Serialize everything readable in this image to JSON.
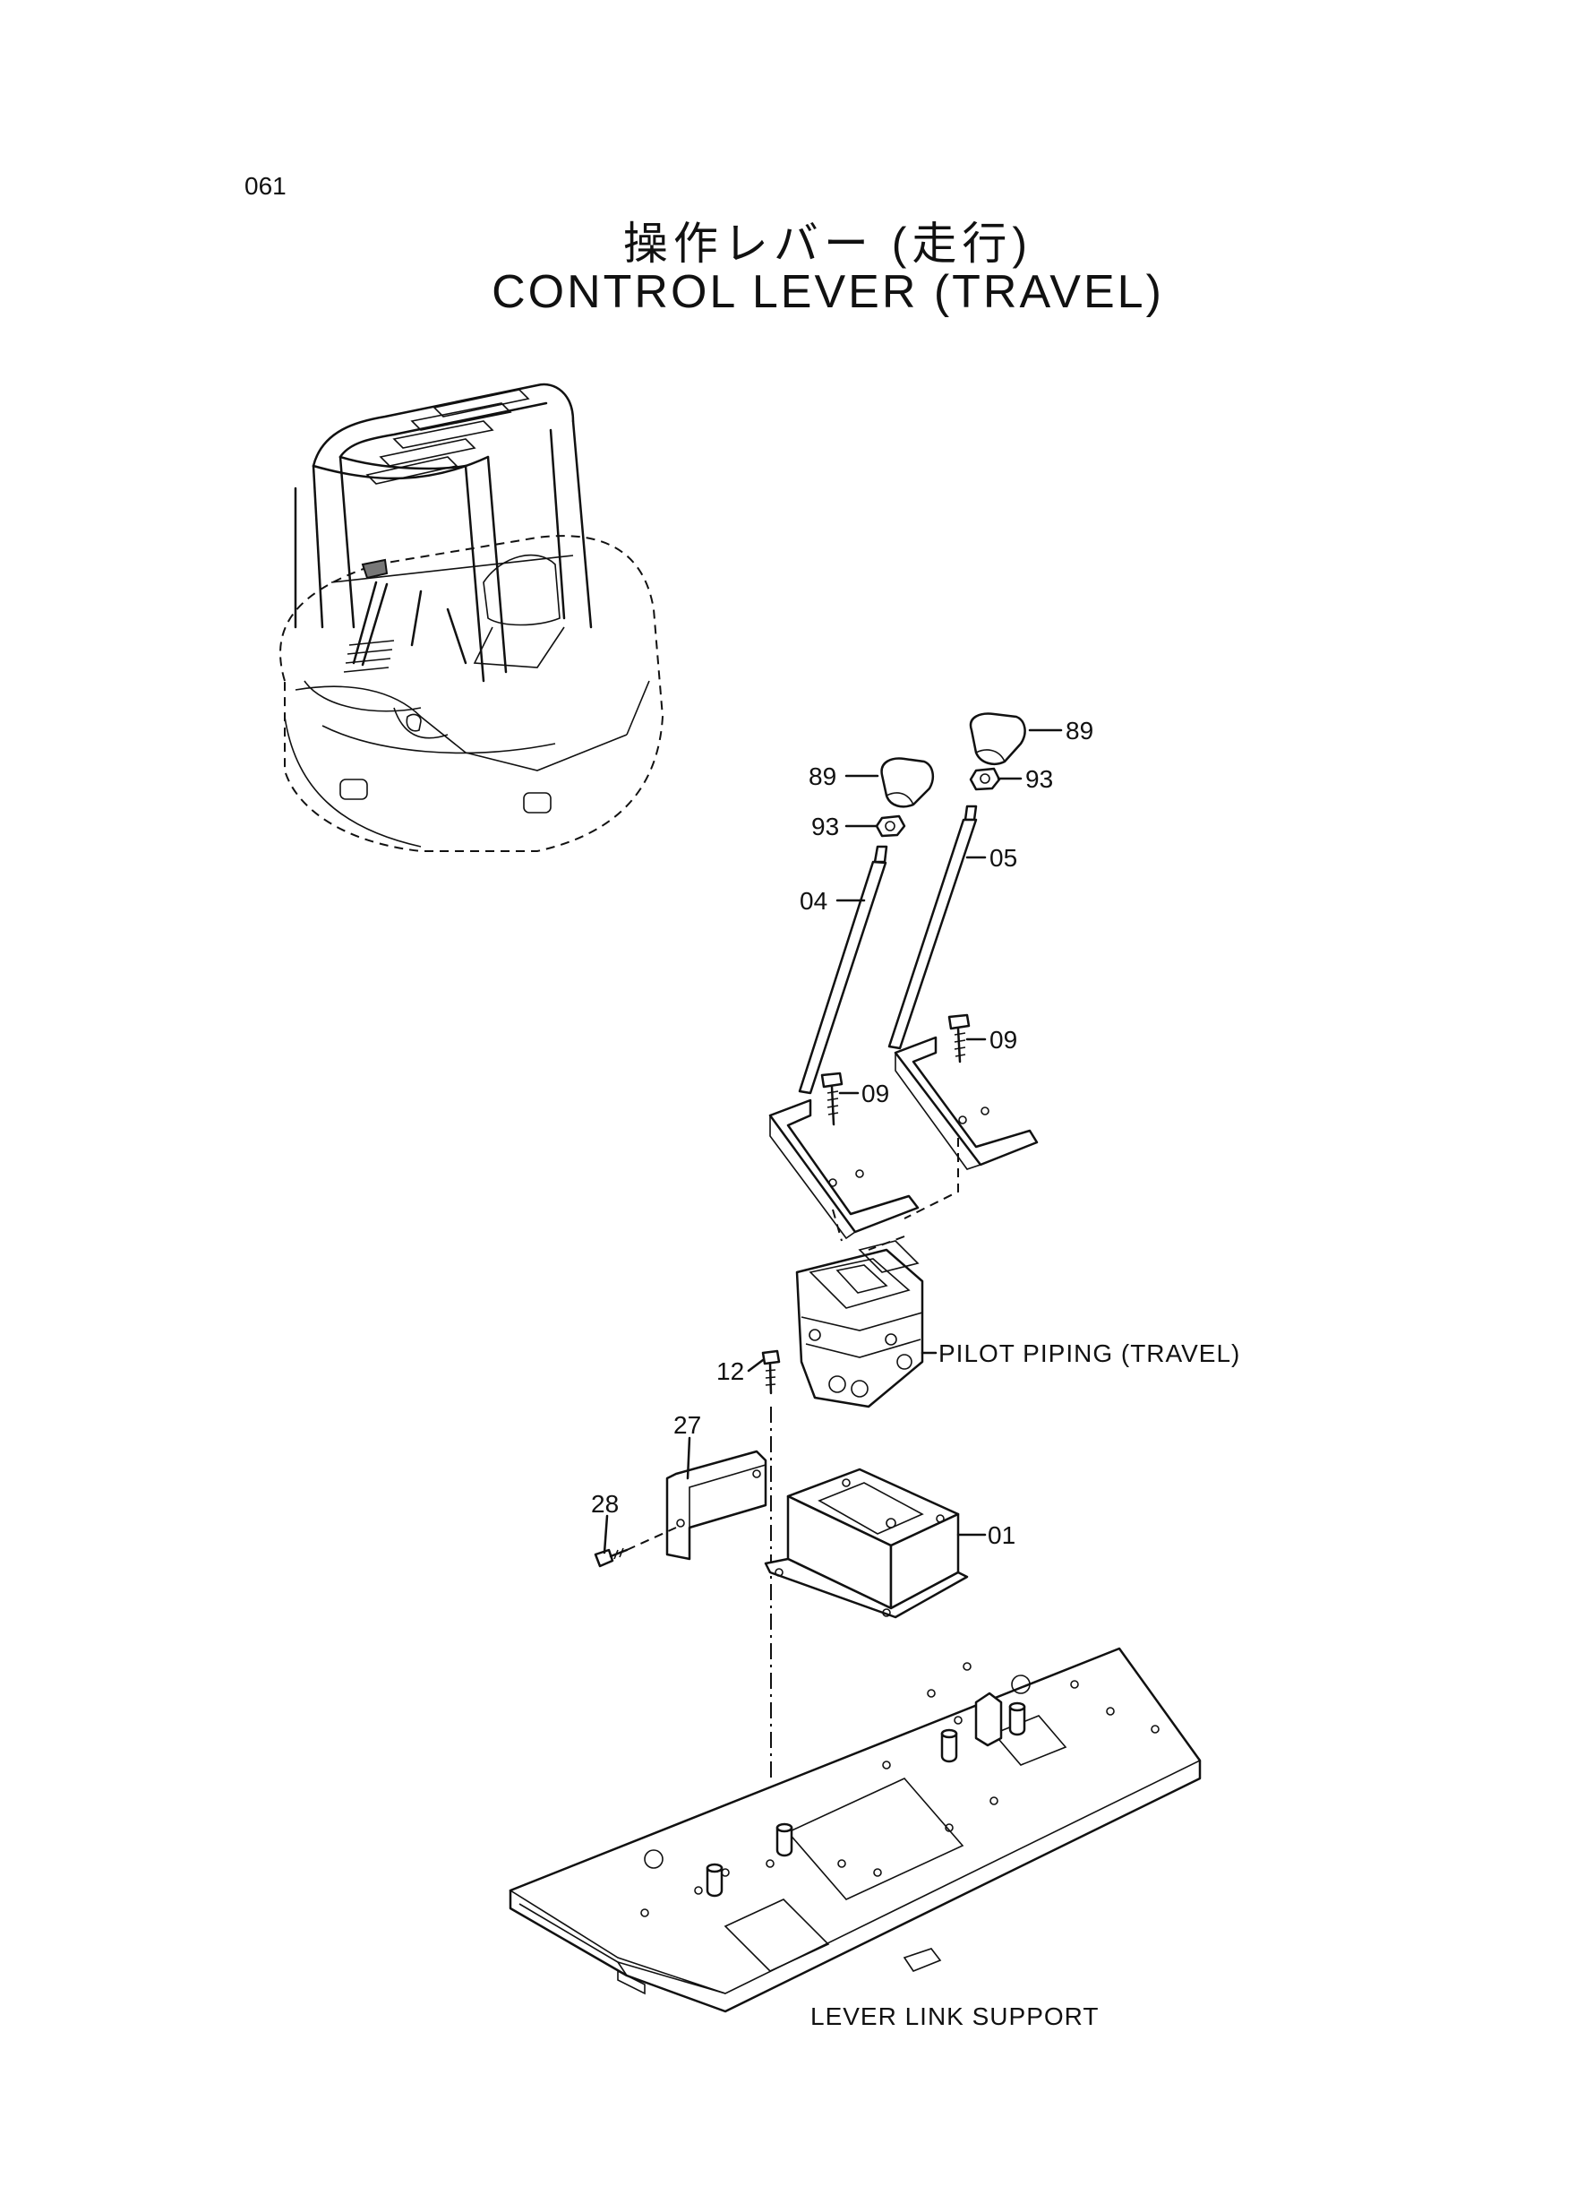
{
  "page_number": "061",
  "title_jp": "操作レバー (走行)",
  "title_en": "CONTROL  LEVER (TRAVEL)",
  "callouts": [
    {
      "id": "callout-89-right",
      "label": "89"
    },
    {
      "id": "callout-89-left",
      "label": "89"
    },
    {
      "id": "callout-93-right",
      "label": "93"
    },
    {
      "id": "callout-93-left",
      "label": "93"
    },
    {
      "id": "callout-05",
      "label": "05"
    },
    {
      "id": "callout-04",
      "label": "04"
    },
    {
      "id": "callout-09-right",
      "label": "09"
    },
    {
      "id": "callout-09-left",
      "label": "09"
    },
    {
      "id": "callout-12",
      "label": "12"
    },
    {
      "id": "callout-27",
      "label": "27"
    },
    {
      "id": "callout-28",
      "label": "28"
    },
    {
      "id": "callout-01",
      "label": "01"
    }
  ],
  "annotations": {
    "pilot_piping": "PILOT PIPING (TRAVEL)",
    "lever_link_support": "LEVER LINK SUPPORT"
  }
}
